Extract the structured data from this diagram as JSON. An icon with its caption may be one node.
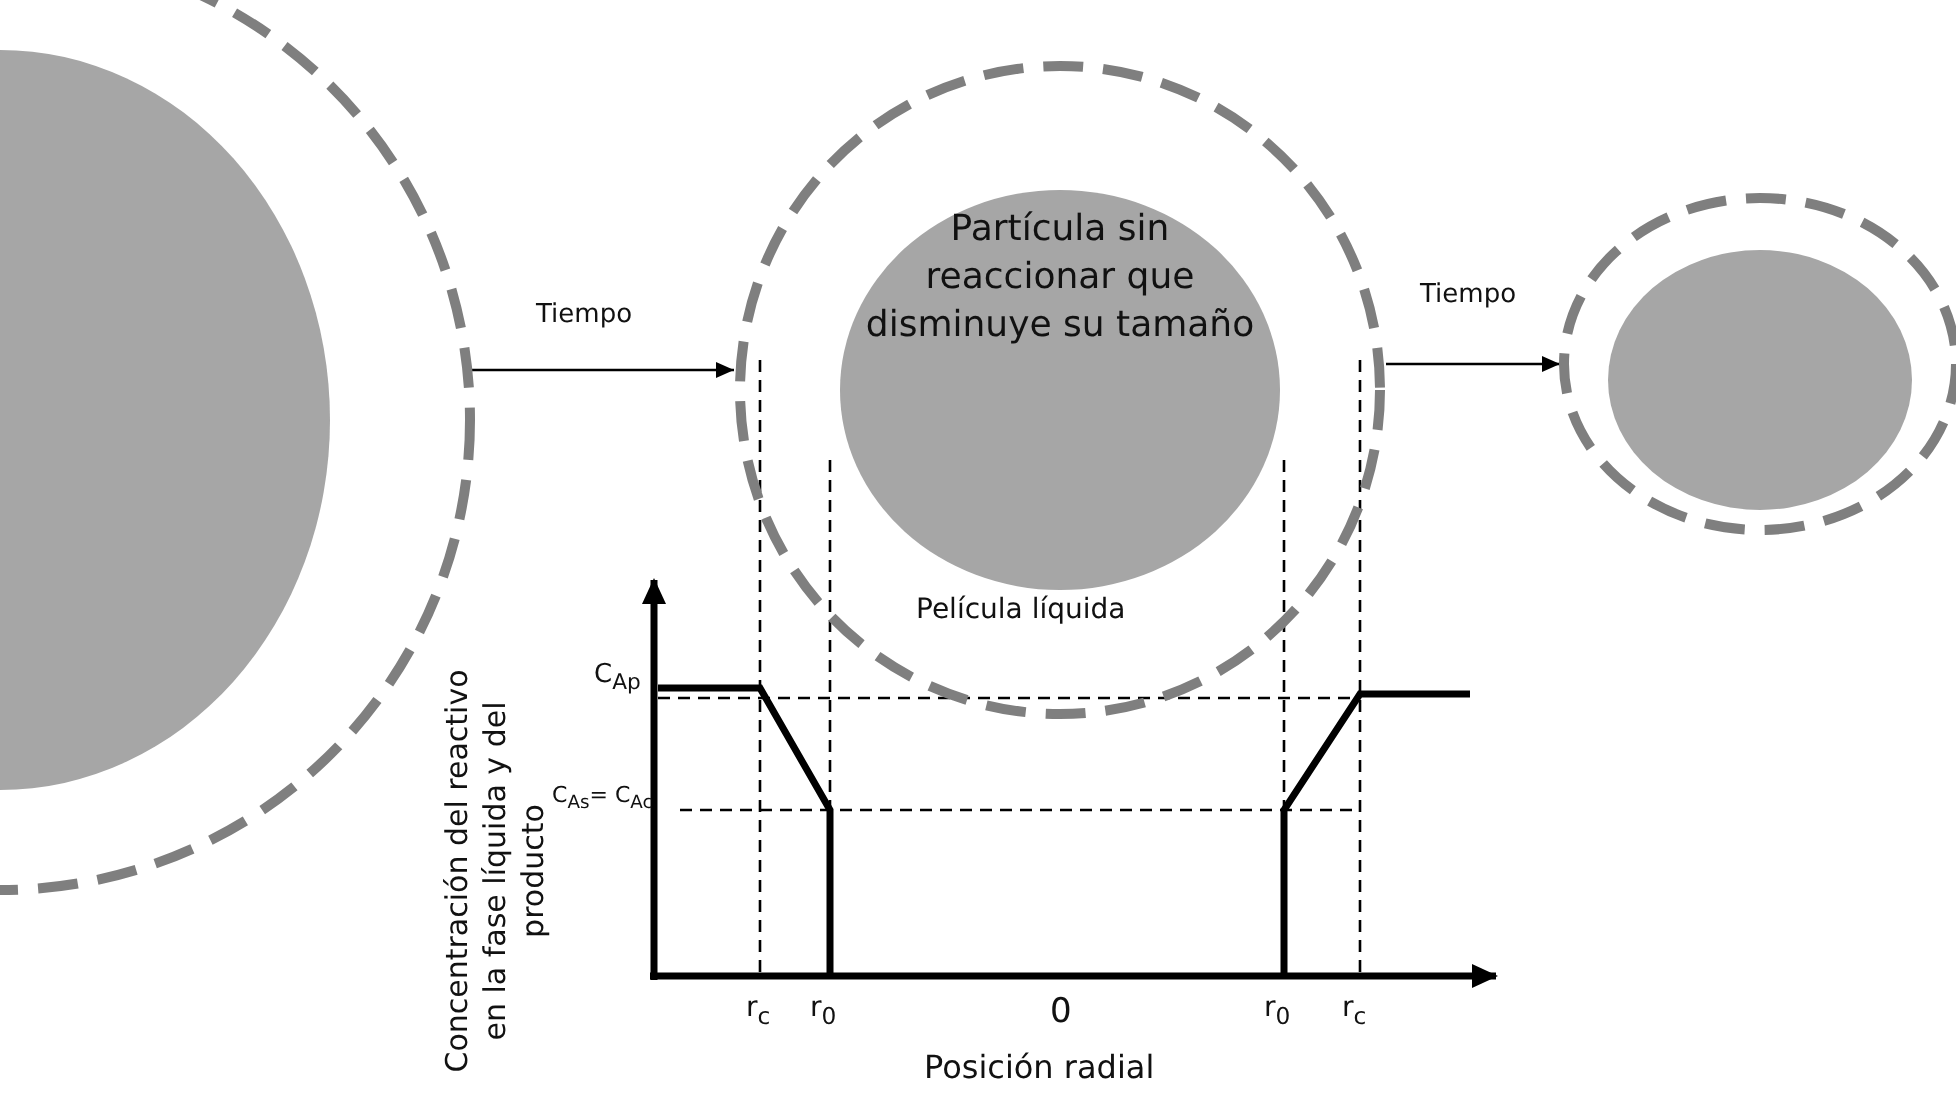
{
  "diagram": {
    "nodes": [
      {
        "text": [],
        "shape": "circle"
      },
      {
        "text": [
          "Partícula sin reaccionar que disminuye su tamaño"
        ]
      },
      {
        "text": [],
        "shape": "circle"
      }
    ],
    "edges": [
      {
        "from": 0,
        "to": 1,
        "arrow": "to",
        "label": "Tiempo"
      },
      {
        "from": 1,
        "to": 2,
        "arrow": "to",
        "label": "Tiempo"
      }
    ],
    "labels": [
      "Película líquida",
      "C$_{Ap}$",
      "C$_{As}$= C$_{Ac}$",
      "r$_{c}$",
      "r$_{0}$",
      "0",
      "r$_{0}$",
      "r$_{c}$",
      "Posición radial",
      "Concentración del reactivo en la fase líquida y del producto"
    ]
  }
}
